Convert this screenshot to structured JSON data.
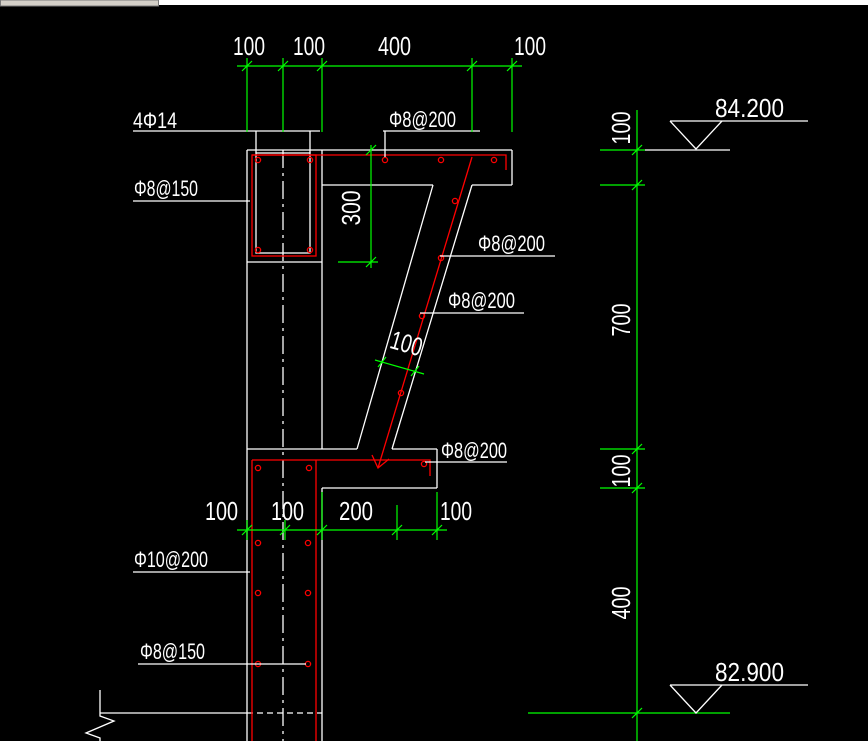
{
  "colors": {
    "background": "#000000",
    "outline": "#ffffff",
    "dimension": "#00ff00",
    "rebar": "#ff0000",
    "text": "#ffffff",
    "window_strip": "#d4d0c8"
  },
  "top_dimensions": [
    "100",
    "100",
    "400",
    "100"
  ],
  "bottom_dimensions": [
    "100",
    "100",
    "200",
    "100"
  ],
  "elevation_dimensions": [
    "100",
    "700",
    "100",
    "400"
  ],
  "height_dimension": "300",
  "strut_thickness": "100",
  "rebar_labels": {
    "column_main": "4Φ14",
    "column_stirrup": "Φ8@150",
    "top_slab": "Φ8@200",
    "strut_upper": "Φ8@200",
    "strut_lower": "Φ8@200",
    "bottom_slab": "Φ8@200",
    "wall_vertical": "Φ10@200",
    "wall_horizontal": "Φ8@150"
  },
  "elevations": {
    "top": "84.200",
    "bottom": "82.900"
  }
}
